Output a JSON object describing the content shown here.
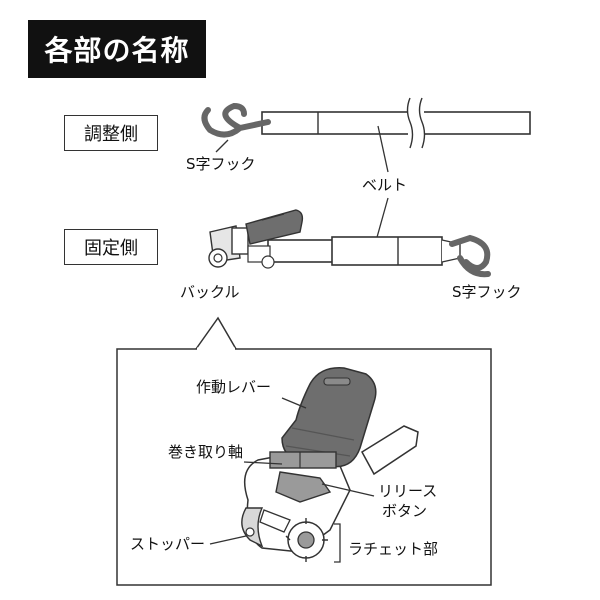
{
  "header": {
    "title": "各部の名称"
  },
  "sides": {
    "adjust": "調整側",
    "fixed": "固定側"
  },
  "labels": {
    "s_hook_top": "S字フック",
    "belt": "ベルト",
    "buckle": "バックル",
    "s_hook_bottom": "S字フック",
    "lever": "作動レバー",
    "shaft": "巻き取り軸",
    "release_1": "リリース",
    "release_2": "ボタン",
    "stopper": "ストッパー",
    "ratchet": "ラチェット部"
  }
}
